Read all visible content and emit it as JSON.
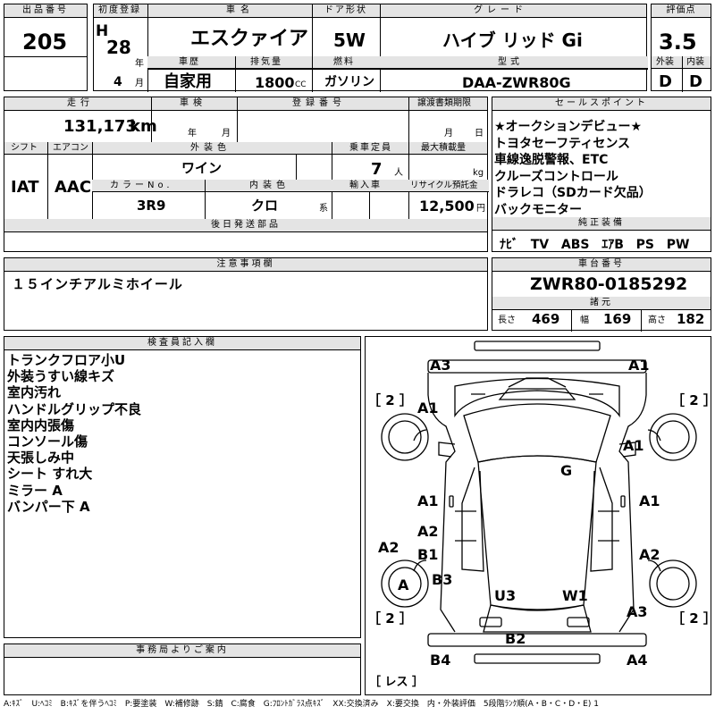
{
  "top": {
    "lot_label": "出品番号",
    "lot": "205",
    "first_reg_label": "初度登録",
    "era": "H",
    "year": "28",
    "year_unit": "年",
    "month": "4",
    "month_unit": "月",
    "name_label": "車名",
    "name": "エスクァイア",
    "door_label": "ドア形状",
    "door": "5W",
    "grade_label": "グレード",
    "grade": "ハイブ リッド Gi",
    "score_label": "評価点",
    "score": "3.5",
    "history_label": "車歴",
    "history": "自家用",
    "disp_label": "排気量",
    "disp": "1800",
    "disp_unit": "CC",
    "fuel_label": "燃料",
    "fuel": "ガソリン",
    "model_label": "型式",
    "model": "DAA-ZWR80G",
    "ext_label": "外装",
    "ext": "D",
    "int_label": "内装",
    "int": "D"
  },
  "mid": {
    "mileage_label": "走行",
    "mileage": "131,173",
    "mileage_unit": "km",
    "inspect_label": "車検",
    "inspect_year_unit": "年",
    "inspect_month_unit": "月",
    "regno_label": "登録番号",
    "deadline_label": "譲渡書類期限",
    "deadline_month_unit": "月",
    "deadline_day_unit": "日",
    "shift_label": "シフト",
    "shift": "IAT",
    "ac_label": "エアコン",
    "ac": "AAC",
    "color_label": "外装色",
    "color": "ワイン",
    "capacity_label": "乗車定員",
    "capacity": "7",
    "capacity_unit": "人",
    "load_label": "最大積載量",
    "load_unit": "kg",
    "colorno_label": "カラーNo.",
    "colorno": "3R9",
    "intcolor_label": "内装色",
    "intcolor": "クロ",
    "intcolor_unit": "系",
    "import_label": "輸入車",
    "recycle_label": "リサイクル預託金",
    "recycle": "12,500",
    "recycle_unit": "円",
    "later_label": "後日発送部品"
  },
  "sales": {
    "label": "セールスポイント",
    "lines": [
      "★オークションデビュー★",
      "トヨタセーフティセンス",
      "車線逸脱警報、ETC",
      "クルーズコントロール",
      "ドラレコ（SDカード欠品）",
      "バックモニター"
    ]
  },
  "equip": {
    "label": "純正装備",
    "items": [
      "ﾅﾋﾞ",
      "TV",
      "ABS",
      "ｴｱB",
      "PS",
      "PW"
    ]
  },
  "notes": {
    "label": "注意事項欄",
    "text": "１５インチアルミホイール"
  },
  "chassis": {
    "label": "車台番号",
    "number": "ZWR80-0185292",
    "dims_label": "諸元",
    "len_label": "長さ",
    "len": "469",
    "wid_label": "幅",
    "wid": "169",
    "hei_label": "高さ",
    "hei": "182"
  },
  "inspector": {
    "label": "検査員記入欄",
    "lines": [
      "トランクフロア小U",
      "外装うすい線キズ",
      "室内汚れ",
      "ハンドルグリップ不良",
      "室内内張傷",
      "コンソール傷",
      "天張しみ中",
      "シート すれ大",
      "ミラー A",
      "バンパー下 A"
    ]
  },
  "office": {
    "label": "事務局よりご案内"
  },
  "diagram": {
    "labels": {
      "a3_tl": "A3",
      "a1_tr": "A1",
      "c2_l": "［ 2 ］",
      "c2_r": "［ 2 ］",
      "a1_fl": "A1",
      "a1_fr": "A1",
      "g": "G",
      "a1_ml": "A1",
      "a1_mr": "A1",
      "a2_l": "A2",
      "a2_lo": "A2",
      "b1": "B1",
      "a2_r": "A2",
      "a_wheel": "A",
      "b3": "B3",
      "u3": "U3",
      "w1": "W1",
      "a3_r": "A3",
      "c2_bl": "［ 2 ］",
      "c2_br": "［ 2 ］",
      "b2": "B2",
      "b4": "B4",
      "a4": "A4",
      "res": "［ レス ］"
    }
  },
  "legend": "A:ｷｽﾞ　U:ﾍｺﾐ　B:ｷｽﾞを伴うﾍｺﾐ　P:要塗装　W:補修跡　S:錆　C:腐食　G:ﾌﾛﾝﾄｶﾞﾗｽ点ｷｽﾞ　XX:交換済み　X:要交換　内・外装評価　5段階ﾗﾝｸ順(A・B・C・D・E) 1"
}
